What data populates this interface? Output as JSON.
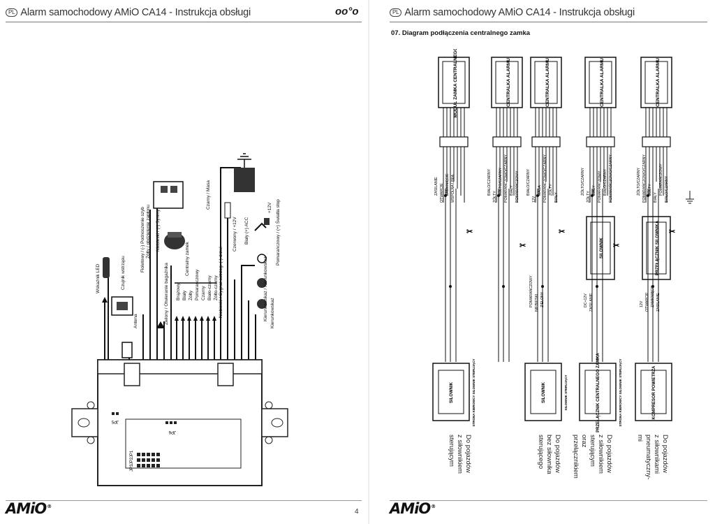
{
  "left_page": {
    "header_badge": "PL",
    "header_title": "Alarm samochodowy AMiO CA14 - Instrukcja obsługi",
    "corner_mark": "oo°o",
    "page_number": "4",
    "logo": "AMiO",
    "wiring_labels": [
      "Wskaźnik LED",
      "Czujnik wstrząsu",
      "Antena",
      "Fioletowy / (-) Podnoszenie szyb",
      "Żółty / obdzielenie zapłonu",
      "Niebieski / (-) Syreny",
      "Centralny zamek",
      "Czarny / Masa",
      "Czerwony / +12V",
      "Biały (+) ACC",
      "Kierunkowskaz",
      "Pomarańczowy / (+) Światła stop",
      "+12V",
      "Zielony / Otwieranie bagażnika",
      "Niebieski / Sygnał ostrzeg. (-) drzwi",
      "Brązowy",
      "Biały",
      "Żółty",
      "Pomarańczowy",
      "Czarny",
      "Biało-czarny",
      "Żółto-czarny",
      "Kierunkowskaz / Kierunkowskaz"
    ],
    "connector_labels": [
      "JP5",
      "JP6",
      "JP1",
      "JP2",
      "JP3"
    ]
  },
  "right_page": {
    "header_badge": "PL",
    "header_title": "Alarm samochodowy AMiO CA14 - Instrukcja obsługi",
    "section_title": "07. Diagram podłączenia centralnego zamka",
    "logo": "AMiO",
    "diagrams": [
      {
        "top_box": "MODUŁ ZAMKA CENTRALNEGO",
        "bottom_box": "SILOWNIK",
        "wire_labels": [
          "ZASILANIE",
          "OTWARCIE",
          "ZAMKNIĘCIE",
          "WSPÓLNA LINIA"
        ],
        "side_note": "STRONA KIEROWCY SILOWNIK STERUJĄCY"
      },
      {
        "top_box": "CENTRALKA ALARMU",
        "wire_labels": [
          "BIAŁO/CZARNY",
          "ŻÓŁTY",
          "ŻÓŁTO/CZARNY",
          "POMARAŃCZOWO/CZARNY",
          "BIAŁY",
          "POMARAŃCZOWY"
        ]
      },
      {
        "top_box": "CENTRALKA ALARMU",
        "bottom_box": "SILOWNIK",
        "wire_labels": [
          "BIAŁO/CZARNY",
          "12V",
          "MASA",
          "POMARAŃCZOWO/CZARNY",
          "ŻÓŁTY",
          "BIAŁY",
          "POMARAŃCZOWY",
          "NIEBIESKI",
          "ZIELONY"
        ],
        "side_note": "SILOWNIK STERUJĄCY"
      },
      {
        "top_box": "CENTRALKA ALARMU",
        "middle_box": "SILOWNIK",
        "bottom_box": "PRZEŁĄCZNIK CENTRALNEGO ZAMKA",
        "wire_labels": [
          "ŻÓŁTO/CZARNY",
          "ŻÓŁTY",
          "BIAŁY",
          "POMARAŃCZOWY",
          "BIAŁO/CZARNY",
          "POMARAŃCZOWO/CZARNY",
          "DC+12V",
          "ZASILANIE"
        ],
        "side_note": "STRONA KIEROWCY SILOWNIK STERUJĄCY"
      },
      {
        "top_box": "CENTRALKA ALARMU",
        "middle_box": "PRZEŁĄCZNIK SILOWNIKA",
        "bottom_box": "KOMPRESOR POWIETRZA",
        "wire_labels": [
          "ŻÓŁTO/CZARNY",
          "POMARAŃCZOWO/CZARNY",
          "ŻÓŁTY",
          "BIAŁY",
          "POMARAŃCZOWY",
          "BIAŁO/CZARNY",
          "12V",
          "OTWARCIE",
          "ZAMKNIĘCIE",
          "ZASILANIE"
        ]
      }
    ],
    "captions": [
      "Do pojazdów\nz siłownikiem\nsterującym",
      "Do pojazdów\nbez siłownika\nsterującego",
      "Do pojazdów\nz siłownikiem\nsterującym\noraz\nprzełącznikiem",
      "Do pojazdów\nz siłownikami\npneumatyczny-\nmi"
    ]
  }
}
